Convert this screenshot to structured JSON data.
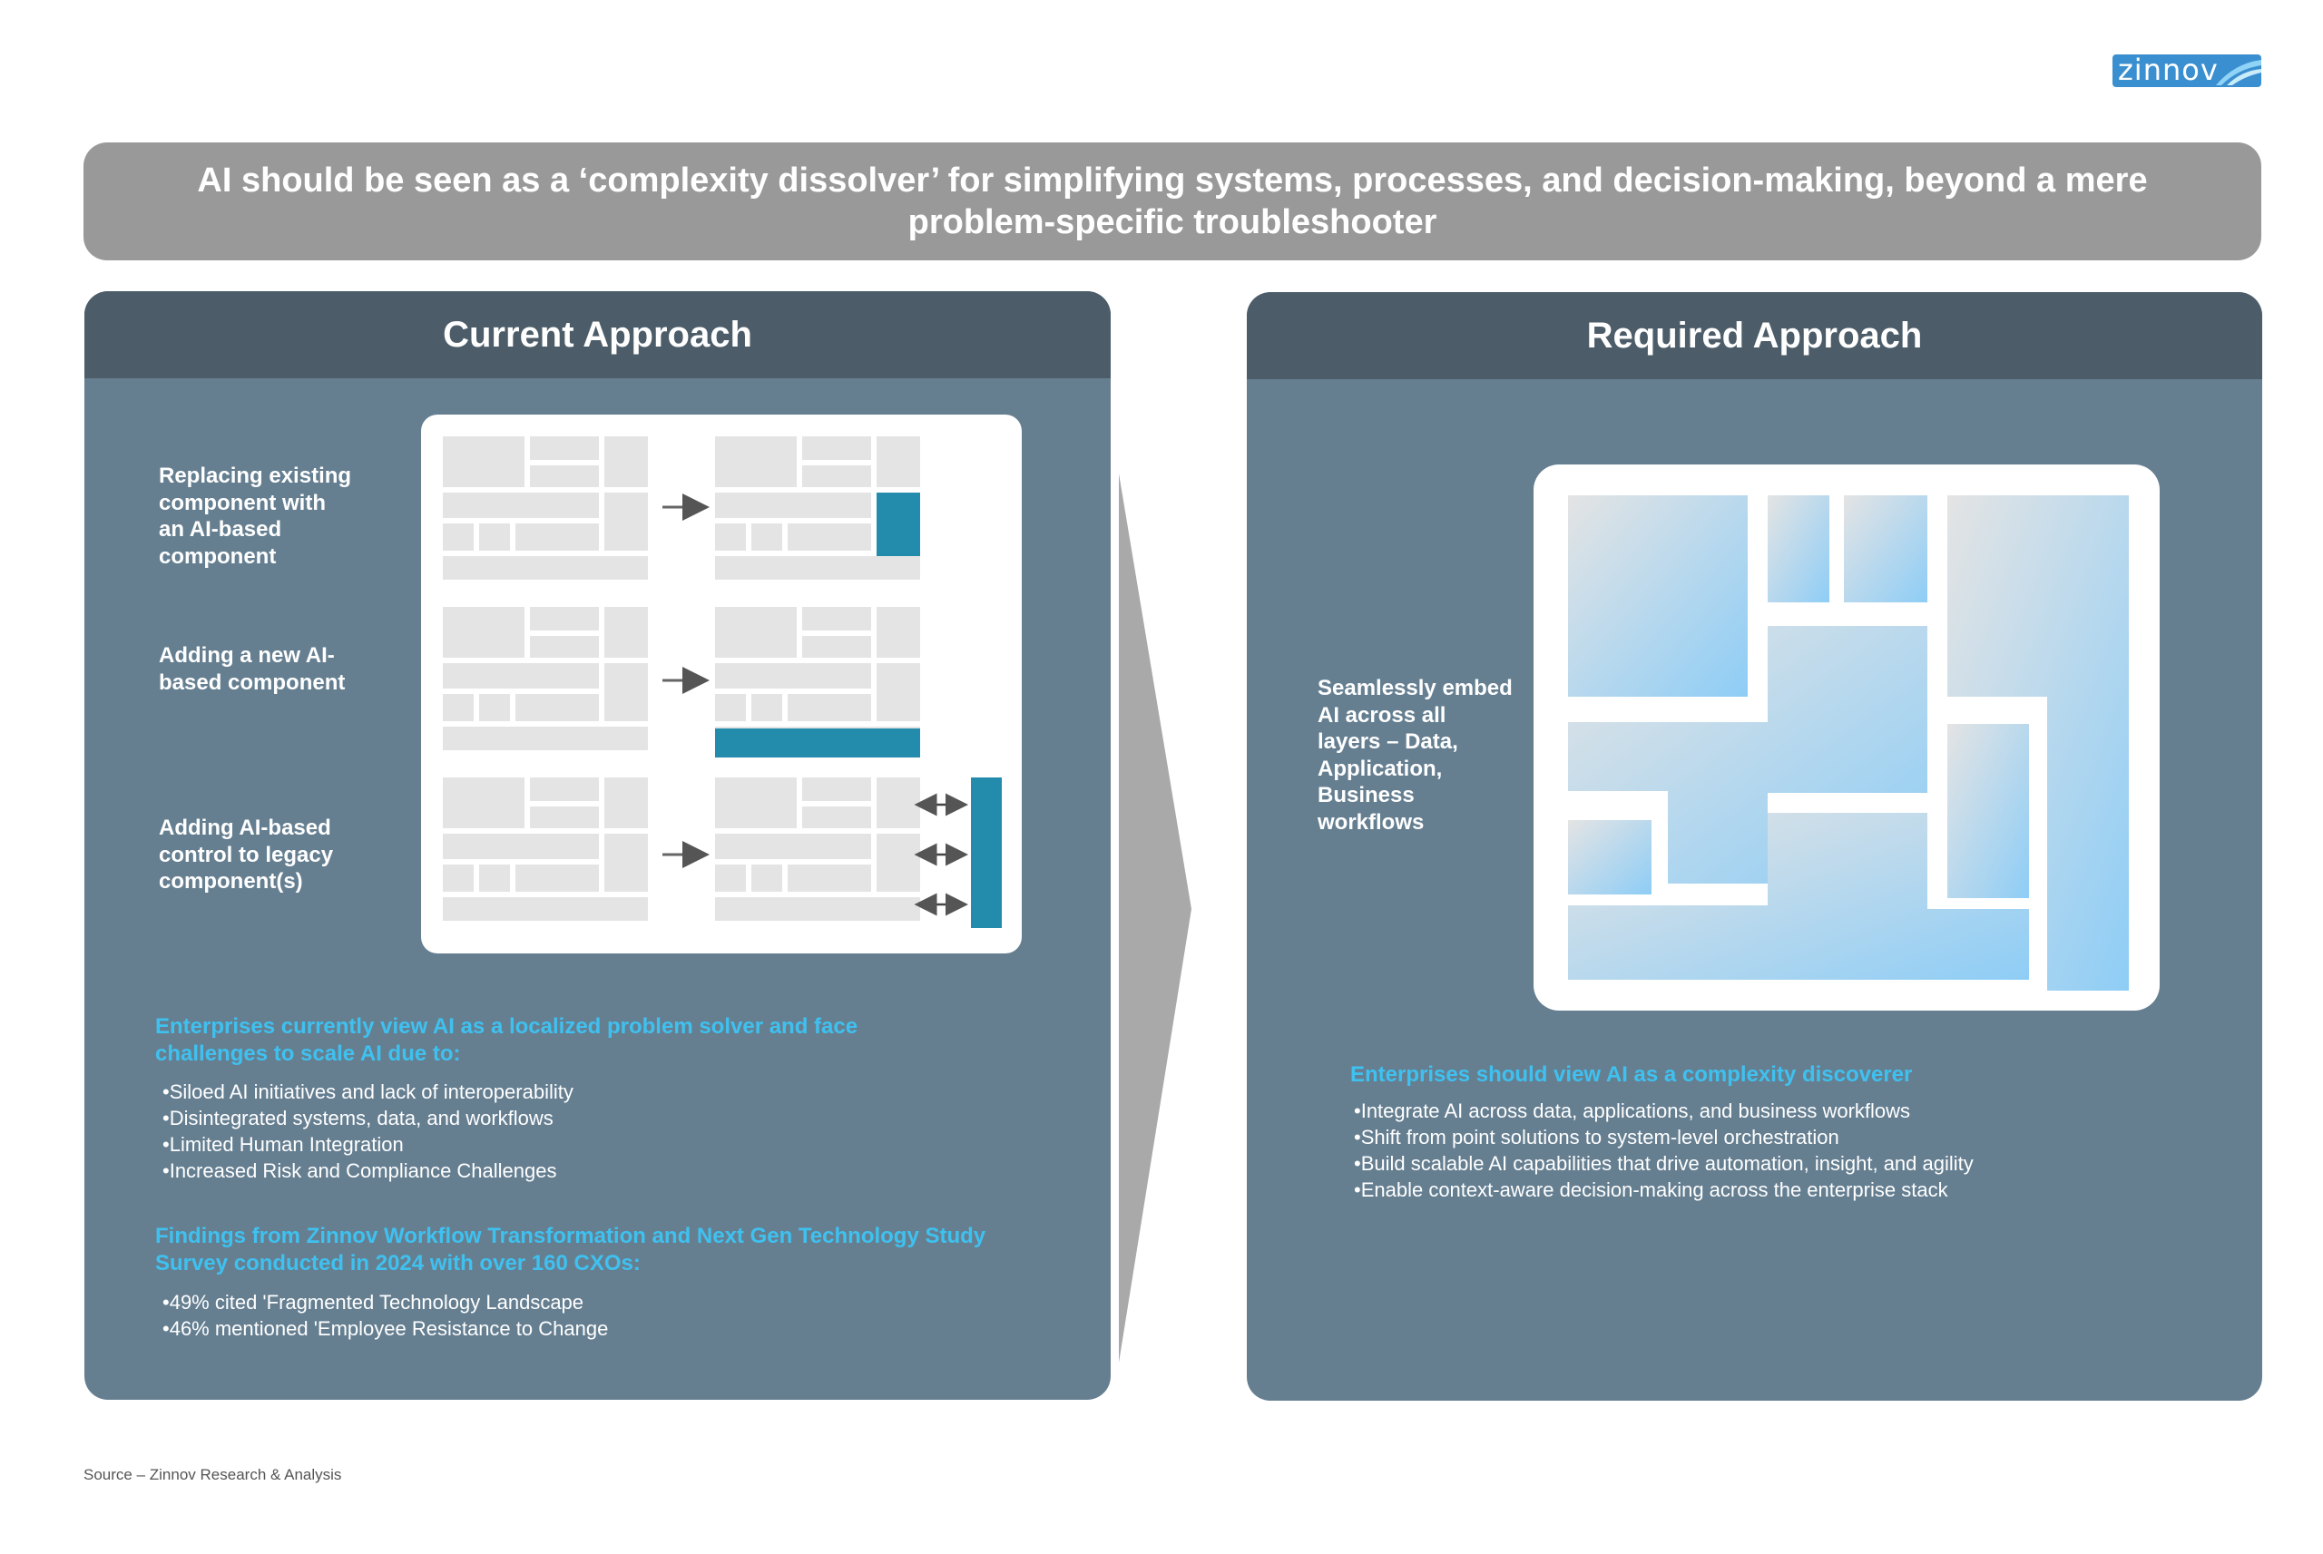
{
  "logo": {
    "text": "zinnov"
  },
  "headline": "AI should be seen as a ‘complexity dissolver’ for simplifying systems, processes, and decision-making, beyond a mere problem-specific troubleshooter",
  "current": {
    "title": "Current Approach",
    "labels": [
      "Replacing existing component with an AI-based component",
      "Adding a new AI-based component",
      "Adding AI-based control to legacy component(s)"
    ],
    "enterprise_heading": "Enterprises currently view AI as a localized problem solver and face challenges to scale AI due to:",
    "challenges": [
      "Siloed AI initiatives and lack of interoperability",
      "Disintegrated systems, data, and workflows",
      "Limited Human Integration",
      "Increased Risk and Compliance Challenges"
    ],
    "findings_heading": "Findings from Zinnov Workflow Transformation and Next Gen Technology Study Survey conducted in 2024 with over 160 CXOs:",
    "findings": [
      "49% cited 'Fragmented Technology Landscape",
      "46% mentioned 'Employee Resistance to Change"
    ]
  },
  "required": {
    "title": "Required Approach",
    "label": "Seamlessly embed AI across all layers – Data, Application, Business workflows",
    "heading": "Enterprises should view AI as a complexity discoverer",
    "points": [
      "Integrate AI across data, applications, and business workflows",
      "Shift from point solutions to system-level orchestration",
      "Build scalable AI capabilities that drive automation, insight, and agility",
      "Enable context-aware decision-making across the enterprise stack"
    ]
  },
  "source": "Source – Zinnov Research & Analysis",
  "colors": {
    "panel": "#657f91",
    "panel_header": "#4c5d69",
    "accent_blue": "#238cac",
    "highlight_text": "#3fc1f0",
    "headline_bg": "#999999"
  }
}
